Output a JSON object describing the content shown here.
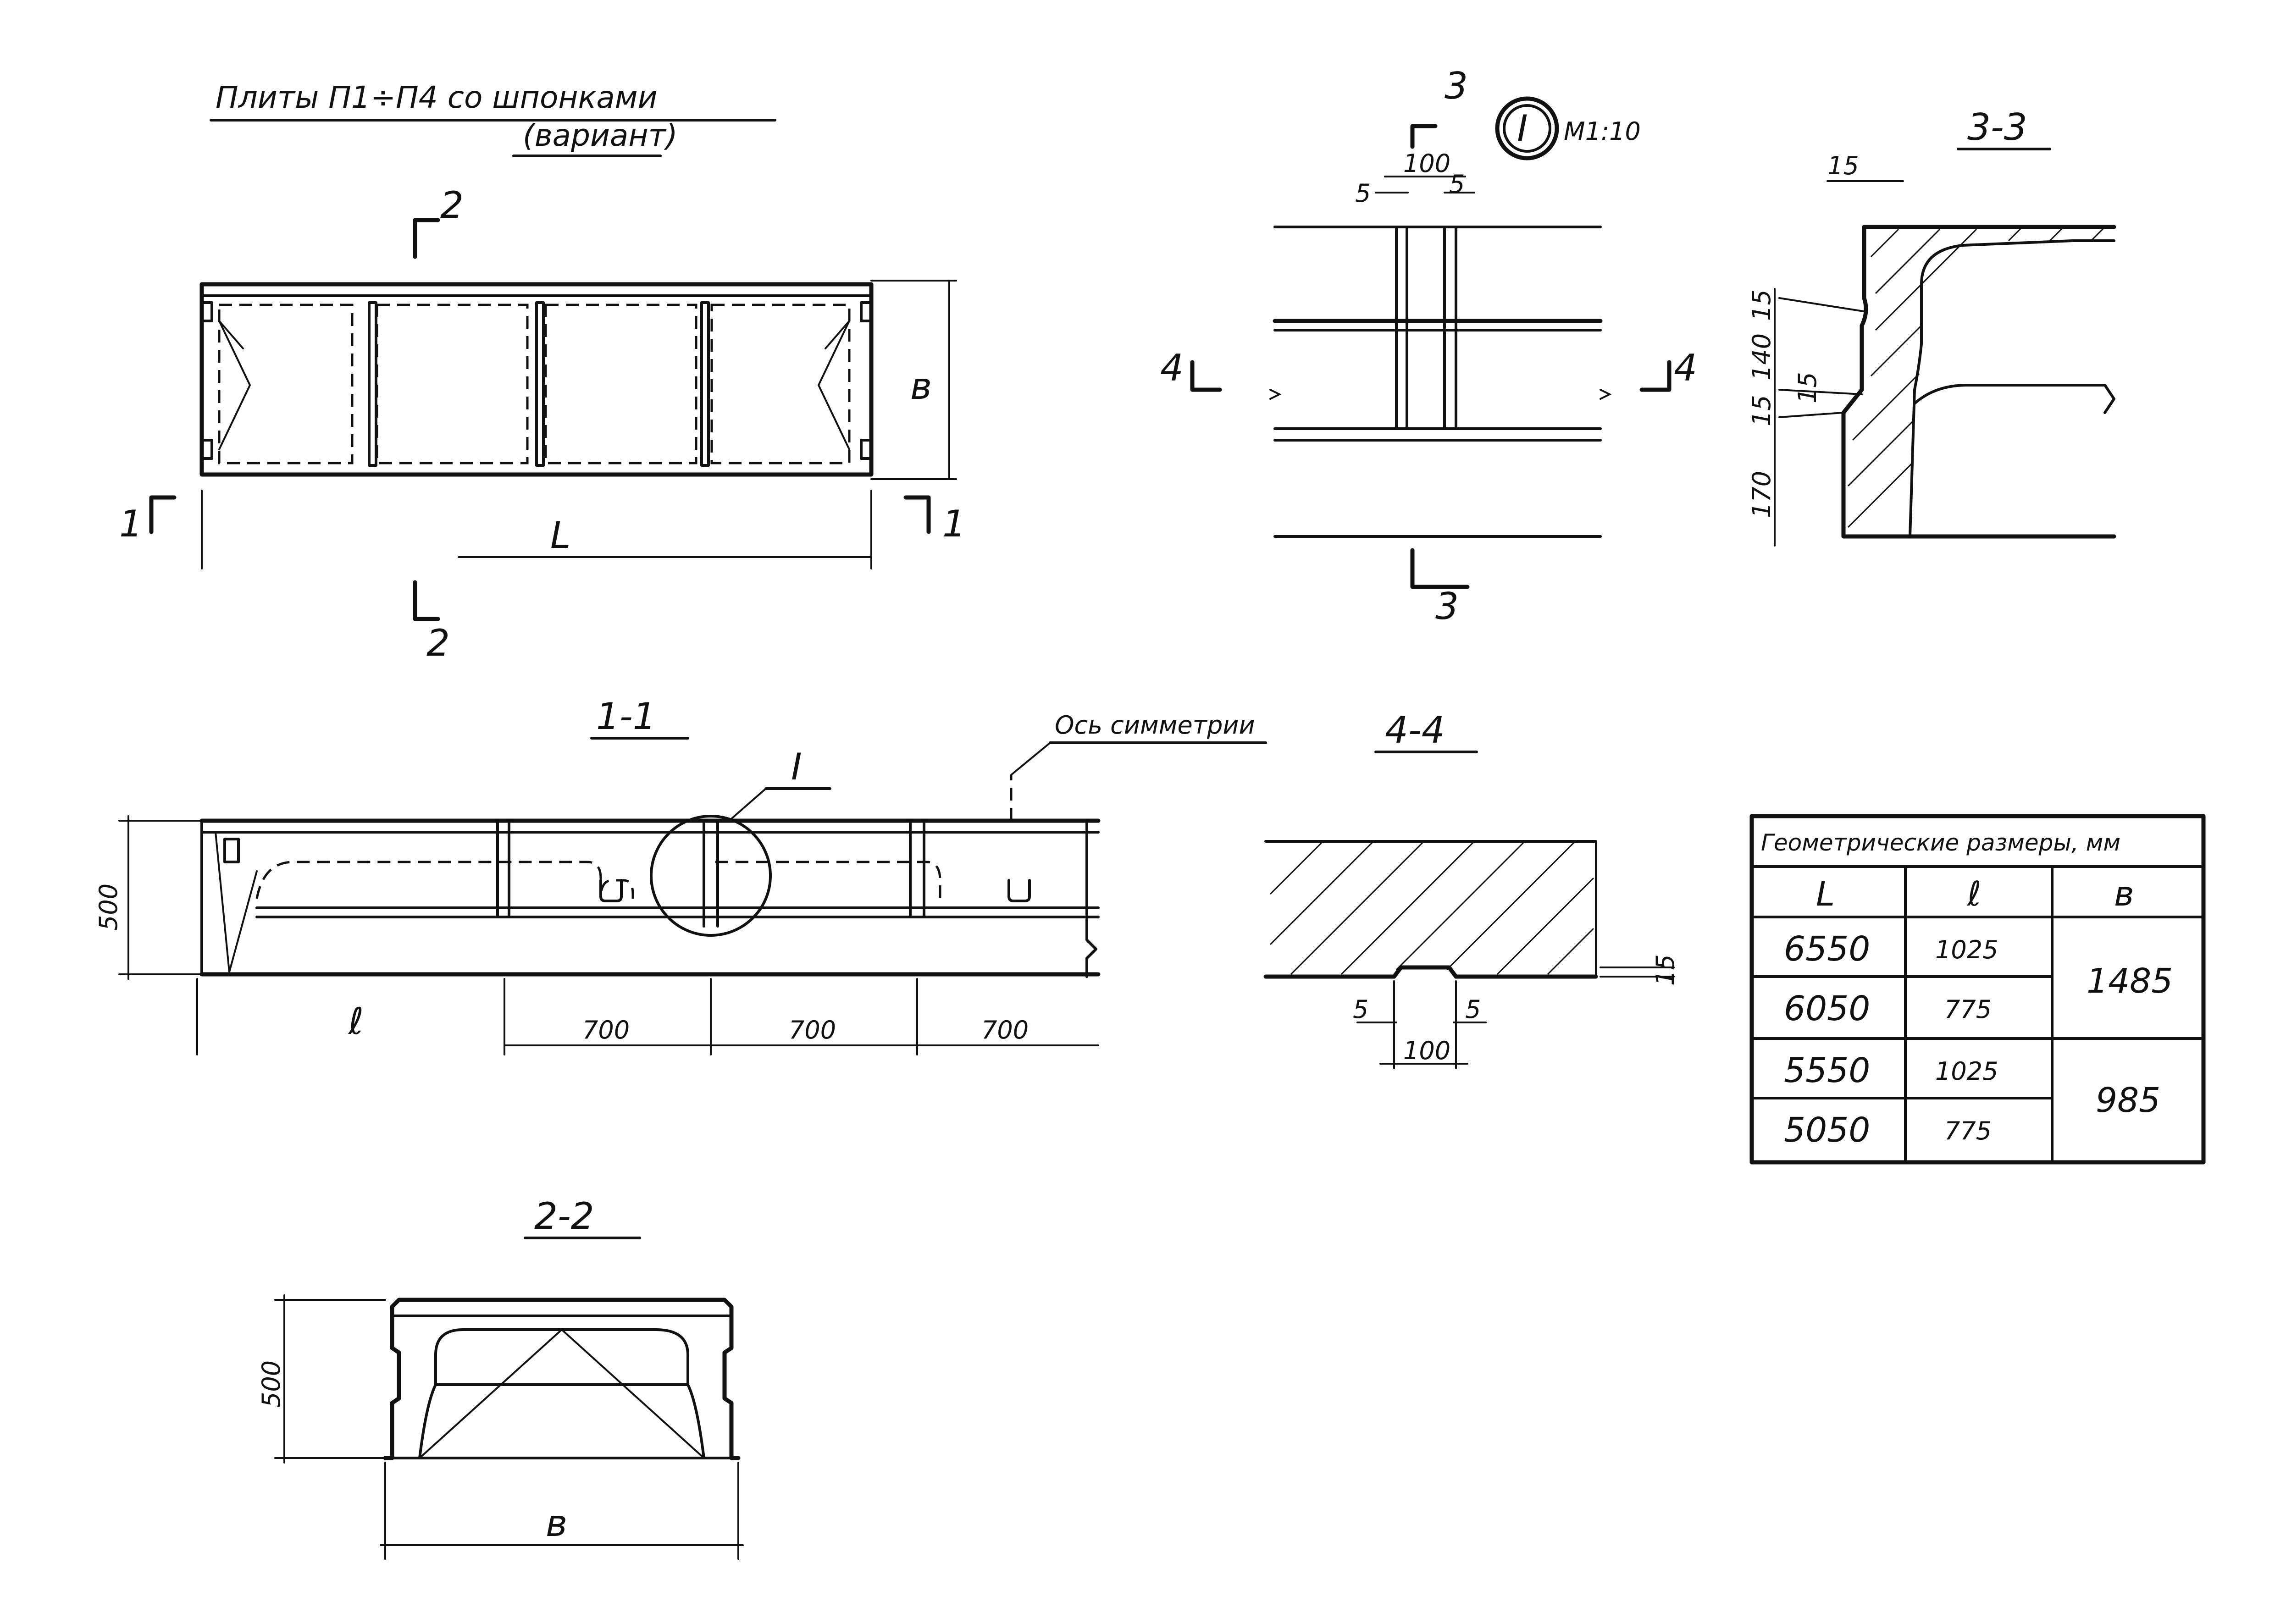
{
  "sheet_title": {
    "line1": "Плиты П1÷П4 со шпонками",
    "line2": "(вариант)"
  },
  "plan_view": {
    "cut_marks": {
      "c1_left": "1",
      "c1_right": "1",
      "c2_top": "2",
      "c2_bottom": "2"
    },
    "dim_length": "L",
    "dim_width": "в"
  },
  "section_1_1": {
    "title": "1-1",
    "callout": "I",
    "axis_label": "Ось симметрии",
    "height": "500",
    "dim_edge": "ℓ",
    "spacings": [
      "700",
      "700",
      "700"
    ]
  },
  "section_2_2": {
    "title": "2-2",
    "height": "500",
    "width": "в"
  },
  "detail_I": {
    "label": "I",
    "scale": "М1:10",
    "cut3_top": "3",
    "cut3_bottom": "3",
    "cut4_left": "4",
    "cut4_right": "4",
    "dim_key": "100",
    "dim_gap_left": "5",
    "dim_gap_right": "5"
  },
  "section_3_3": {
    "title": "3-3",
    "dims": [
      "15",
      "15",
      "140",
      "15",
      "15",
      "170"
    ]
  },
  "section_4_4": {
    "title": "4-4",
    "dim_key": "100",
    "dim_gap_left": "5",
    "dim_gap_right": "5",
    "dim_depth": "15"
  },
  "dimensions_table": {
    "header": "Геометрические размеры, мм",
    "columns": [
      "L",
      "ℓ",
      "в"
    ],
    "rows": [
      {
        "L": "6550",
        "l": "1025"
      },
      {
        "L": "6050",
        "l": "775"
      },
      {
        "L": "5550",
        "l": "1025"
      },
      {
        "L": "5050",
        "l": "775"
      }
    ],
    "b_groups": [
      "1485",
      "985"
    ]
  }
}
